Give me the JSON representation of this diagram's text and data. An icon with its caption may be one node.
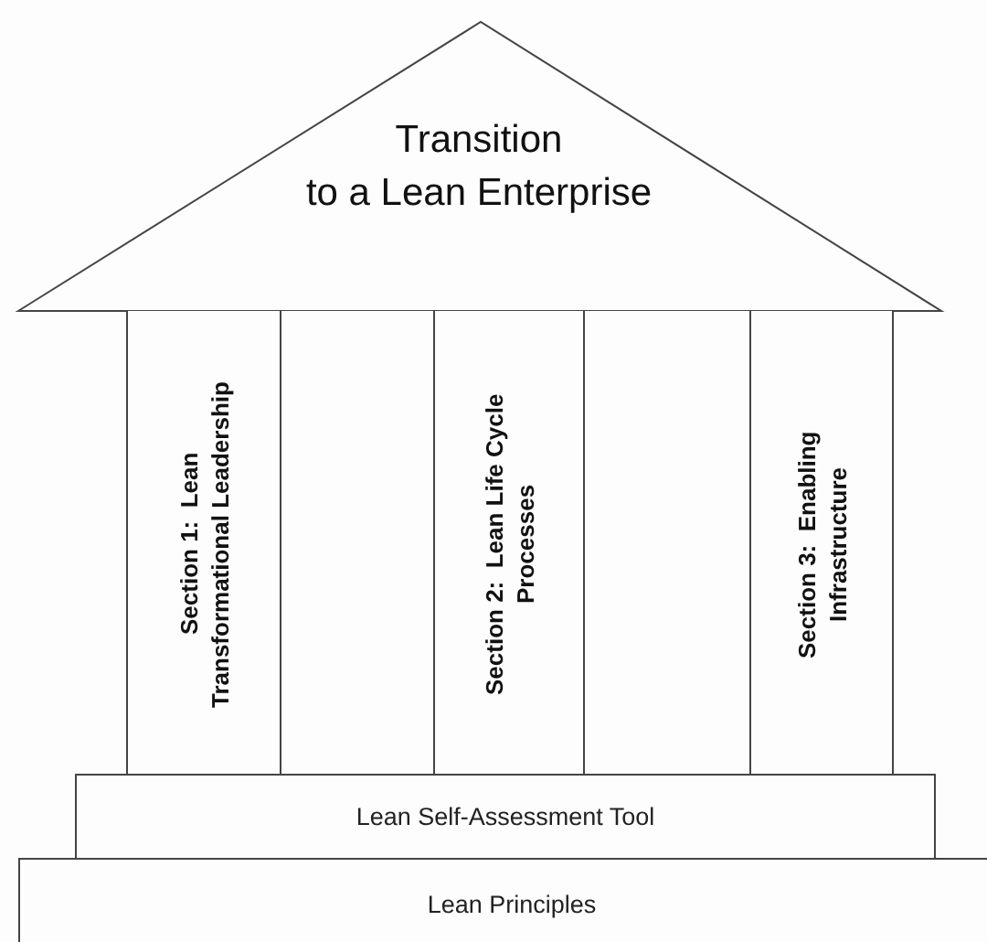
{
  "diagram": {
    "nodes": [
      {
        "text": [
          "Transition to a Lean Enterprise"
        ]
      },
      {
        "text": [
          "Section 1:  Lean Transformational Leadership"
        ]
      },
      {
        "text": [],
        "shape": "box"
      },
      {
        "text": [
          "Section 2:  Lean Life Cycle Processes"
        ]
      },
      {
        "text": [],
        "shape": "box"
      },
      {
        "text": [
          "Section 3:  Enabling Infrastructure"
        ]
      },
      {
        "text": [
          "Lean Self-Assessment Tool"
        ]
      },
      {
        "text": [
          "Lean Principles"
        ]
      }
    ]
  }
}
